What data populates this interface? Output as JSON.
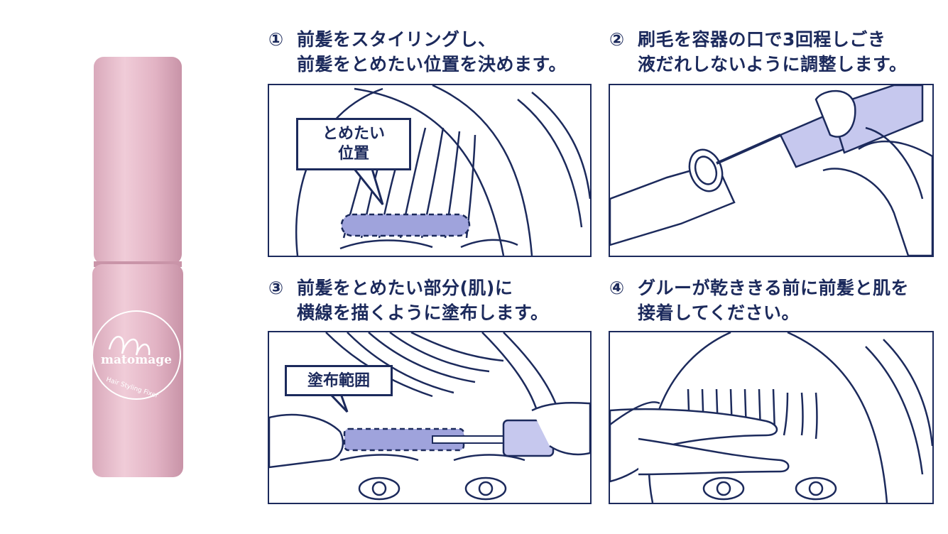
{
  "product": {
    "brand": "matomage",
    "subtitle": "Hair Styling Fixer",
    "color": "#e3b8c6"
  },
  "steps": [
    {
      "number": "①",
      "line1": "前髪をスタイリングし、",
      "line2": "前髪をとめたい位置を決めます。",
      "callout": "とめたい\n位置",
      "icon": "bangs-position-illustration"
    },
    {
      "number": "②",
      "line1": "刷毛を容器の口で3回程しごき",
      "line2": "液だれしないように調整します。",
      "icon": "brush-bottle-illustration"
    },
    {
      "number": "③",
      "line1": "前髪をとめたい部分(肌)に",
      "line2": "横線を描くように塗布します。",
      "callout": "塗布範囲",
      "icon": "apply-glue-illustration"
    },
    {
      "number": "④",
      "line1": "グルーが乾ききる前に前髪と肌を",
      "line2": "接着してください。",
      "icon": "press-bangs-illustration"
    }
  ],
  "colors": {
    "navy": "#1c2a5c",
    "accent": "#9fa3dc",
    "accent_light": "#c6c8ee"
  }
}
